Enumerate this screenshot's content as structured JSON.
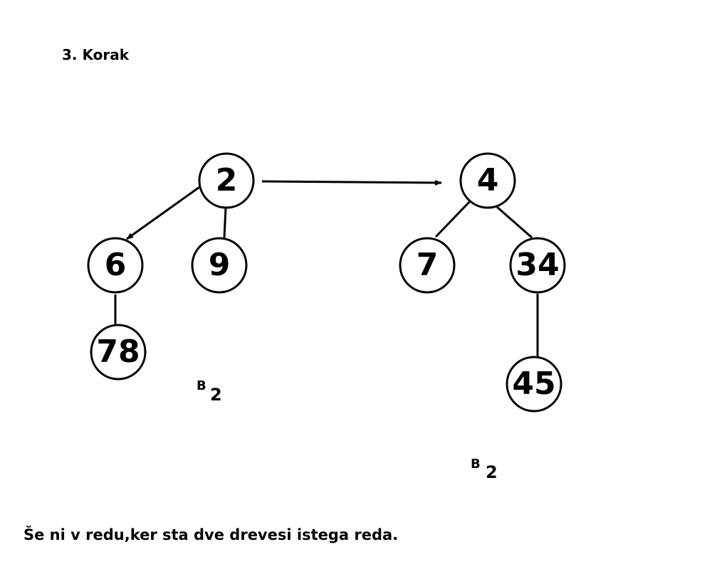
{
  "step_title": "3. Korak",
  "caption": "Še ni v redu,ker sta dve drevesi istega reda.",
  "trees": [
    {
      "order_letter": "B",
      "order_sub": "2",
      "nodes": [
        "2",
        "6",
        "9",
        "78"
      ]
    },
    {
      "order_letter": "B",
      "order_sub": "2",
      "nodes": [
        "4",
        "7",
        "34",
        "45"
      ]
    }
  ],
  "colors": {
    "stroke": "#000000",
    "background": "#ffffff"
  }
}
